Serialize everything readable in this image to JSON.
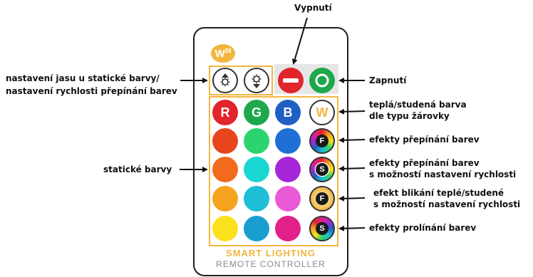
{
  "logo": {
    "text": "W",
    "superscript": "28"
  },
  "remote_brand": {
    "line1": "SMART LIGHTING",
    "line2": "REMOTE CONTROLLER"
  },
  "labels": {
    "off": "Vypnutí",
    "on": "Zapnutí",
    "brightness_line1": "nastavení jasu u statické barvy/",
    "brightness_line2": "nastavení rychlosti přepínání barev",
    "warm_cold_line1": "teplá/studená barva",
    "warm_cold_line2": "dle typu žárovky",
    "color_switch_effects": "efekty přepínání barev",
    "speed_effects_line1": "efekty přepínání barev",
    "speed_effects_line2": "s možností nastavení rychlosti",
    "blink_line1": "efekt blikání teplé/studené",
    "blink_line2": "s možností nastavení rychlosti",
    "fade_effects": "efekty prolínání barev",
    "static_colors": "statické barvy"
  },
  "buttons": {
    "red_letter": "R",
    "green_letter": "G",
    "blue_letter": "B",
    "warm_white_letter": "W",
    "effect_f": "F",
    "effect_s": "S"
  },
  "colors": {
    "accent": "#f2b640",
    "off_button": "#e2242b",
    "on_button": "#1ea84b",
    "letter_red": "#e2242b",
    "letter_green": "#1ea84b",
    "letter_blue": "#1f5fc4",
    "static_grid": [
      [
        "#e9451c",
        "#2bd46e",
        "#1f6fd6"
      ],
      [
        "#f26a1b",
        "#18d6d0",
        "#a727d8"
      ],
      [
        "#f5a31e",
        "#1ebed6",
        "#e95ad6"
      ],
      [
        "#fbe11b",
        "#1a9ed0",
        "#e2208a"
      ]
    ]
  },
  "icons": {
    "brightness_up": "sun-up-icon",
    "brightness_down": "sun-down-icon",
    "power_off": "minus-icon",
    "power_on": "circle-icon"
  }
}
